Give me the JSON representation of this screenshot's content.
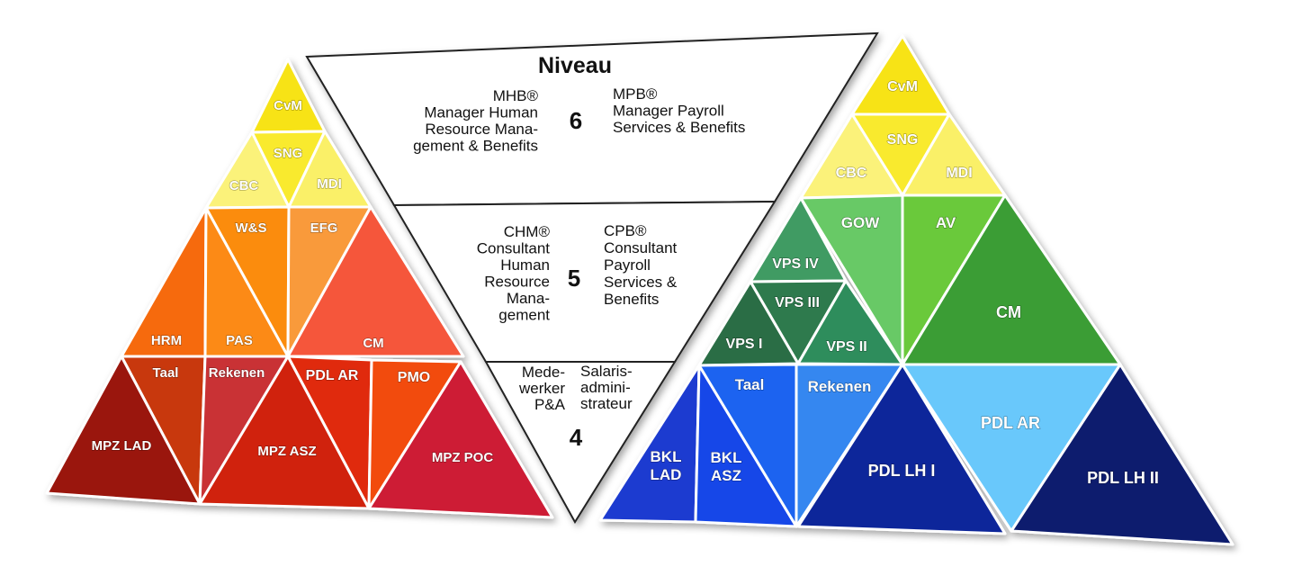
{
  "niveau": {
    "title": "Niveau",
    "level6": {
      "number": "6",
      "left": [
        "MHB®",
        "Manager Human",
        "Resource Mana-",
        "gement & Benefits"
      ],
      "right": [
        "MPB®",
        "Manager Payroll",
        "Services & Benefits"
      ]
    },
    "level5": {
      "number": "5",
      "left": [
        "CHM®",
        "Consultant",
        "Human",
        "Resource",
        "Mana-",
        "gement"
      ],
      "right": [
        "CPB®",
        "Consultant",
        "Payroll",
        "Services &",
        "Benefits"
      ]
    },
    "level4": {
      "number": "4",
      "left": [
        "Mede-",
        "werker",
        "P&A"
      ],
      "right": [
        "Salaris-",
        "admini-",
        "strateur"
      ]
    }
  },
  "left_pyramid": {
    "cells": [
      {
        "id": "cvm",
        "label": "CvM",
        "color": "#f7e316"
      },
      {
        "id": "sng",
        "label": "SNG",
        "color": "#f9ea2e"
      },
      {
        "id": "cbc",
        "label": "CBC",
        "color": "#fbf27a"
      },
      {
        "id": "mdi",
        "label": "MDI",
        "color": "#faf067"
      },
      {
        "id": "ws",
        "label": "W&S",
        "color": "#fb8c0a"
      },
      {
        "id": "efg",
        "label": "EFG",
        "color": "#f99a3a"
      },
      {
        "id": "hrm",
        "label": "HRM",
        "color": "#f66b0c"
      },
      {
        "id": "pas",
        "label": "PAS",
        "color": "#fc8a14"
      },
      {
        "id": "cm",
        "label": "CM",
        "color": "#f5563a"
      },
      {
        "id": "taal",
        "label": "Taal",
        "color": "#c8390c"
      },
      {
        "id": "rekenen",
        "label": "Rekenen",
        "color": "#c93236"
      },
      {
        "id": "pdl-ar",
        "label": "PDL AR",
        "color": "#e02a0c"
      },
      {
        "id": "pmo",
        "label": "PMO",
        "color": "#f24c0e"
      },
      {
        "id": "mpz-lad",
        "label": "MPZ LAD",
        "color": "#9a1309"
      },
      {
        "id": "mpz-asz",
        "label": "MPZ ASZ",
        "color": "#d0220a"
      },
      {
        "id": "mpz-poc",
        "label": "MPZ POC",
        "color": "#cd1d34"
      }
    ]
  },
  "right_pyramid": {
    "cells": [
      {
        "id": "cvm",
        "label": "CvM",
        "color": "#f7e316"
      },
      {
        "id": "sng",
        "label": "SNG",
        "color": "#f9ea2e"
      },
      {
        "id": "cbc",
        "label": "CBC",
        "color": "#fbf27a"
      },
      {
        "id": "mdi",
        "label": "MDI",
        "color": "#faf067"
      },
      {
        "id": "gow",
        "label": "GOW",
        "color": "#68c966"
      },
      {
        "id": "av",
        "label": "AV",
        "color": "#6ac93a"
      },
      {
        "id": "vps-iv",
        "label": "VPS IV",
        "color": "#3f9b63"
      },
      {
        "id": "vps-iii",
        "label": "VPS III",
        "color": "#2e7a4e"
      },
      {
        "id": "vps-i",
        "label": "VPS I",
        "color": "#2a6d44"
      },
      {
        "id": "vps-ii",
        "label": "VPS II",
        "color": "#2f8d5b"
      },
      {
        "id": "cm",
        "label": "CM",
        "color": "#3b9d36"
      },
      {
        "id": "bkl-lad",
        "label": "BKL\nLAD",
        "color": "#1d3bd0"
      },
      {
        "id": "bkl-asz",
        "label": "BKL\nASZ",
        "color": "#1447e8"
      },
      {
        "id": "taal",
        "label": "Taal",
        "color": "#1a64f0"
      },
      {
        "id": "rekenen",
        "label": "Rekenen",
        "color": "#3487f0"
      },
      {
        "id": "pdl-lh-i",
        "label": "PDL LH I",
        "color": "#10289a"
      },
      {
        "id": "pdl-ar",
        "label": "PDL AR",
        "color": "#69c8fb"
      },
      {
        "id": "pdl-lh-ii",
        "label": "PDL LH II",
        "color": "#0e1f6e"
      }
    ]
  }
}
